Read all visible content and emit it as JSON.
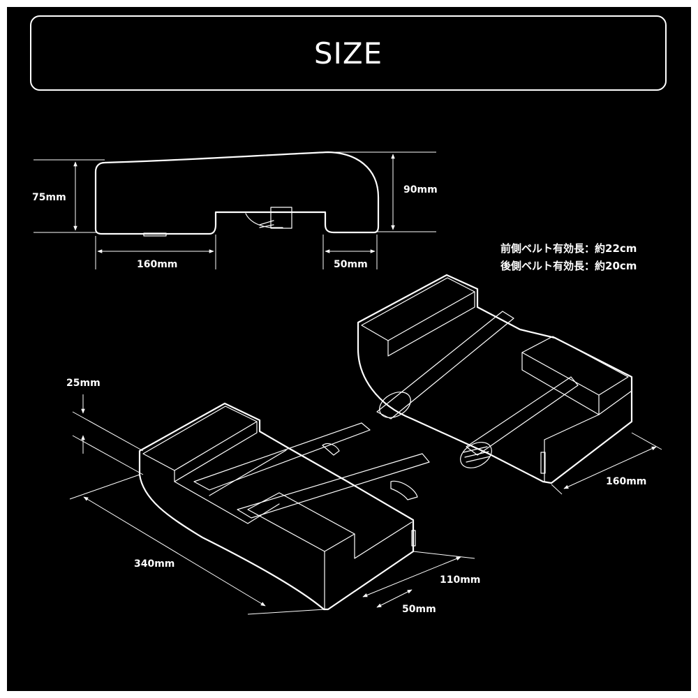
{
  "title": "SIZE",
  "side_view": {
    "height_left": "75mm",
    "height_right": "90mm",
    "length_bottom": "160mm",
    "length_right": "50mm"
  },
  "belt_notes": {
    "front": "前側ベルト有効長：約22cm",
    "rear": "後側ベルト有効長：約20cm"
  },
  "perspective_left": {
    "dim_top": "25mm",
    "dim_length": "340mm",
    "dim_width": "110mm",
    "dim_small": "50mm"
  },
  "perspective_right": {
    "dim_length": "160mm"
  },
  "colors": {
    "background": "#000000",
    "line": "#ffffff"
  }
}
